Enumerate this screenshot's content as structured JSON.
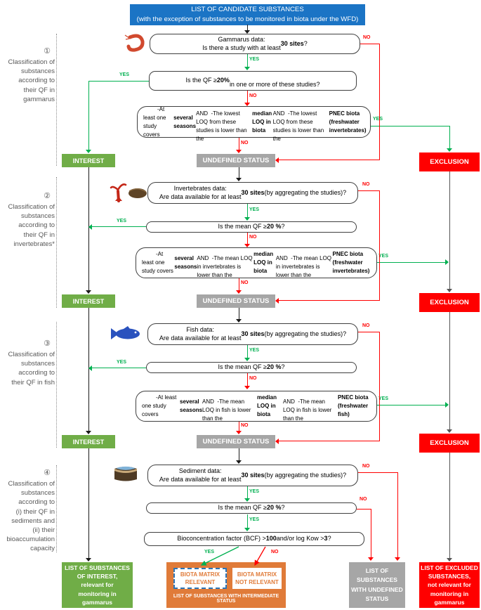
{
  "header": {
    "line1": "LIST OF CANDIDATE SUBSTANCES",
    "line2": "(with the exception of substances to be monitored in biota under the WFD)"
  },
  "labels": {
    "yes": "YES",
    "no": "NO",
    "interest": "INTEREST",
    "undefined_status": "UNDEFINED STATUS",
    "exclusion": "EXCLUSION"
  },
  "sections": [
    {
      "number": "①",
      "label": "Classification of\nsubstances\naccording to\ntheir QF in\ngammarus",
      "icon": "shrimp-icon",
      "box1": "Gammarus data:\nIs there a study with at least **30 sites**?",
      "box2": "Is the QF ≥ **20%**\nin one or more of these studies?",
      "box3": "         -At least one study covers **several seasons**\nAND  -The lowest LOQ from these studies is lower than the **median LOQ in biota**\nAND  -The lowest LOQ from these studies is lower than the **PNEC biota (freshwater invertebrates)**"
    },
    {
      "number": "②",
      "label": "Classification of\nsubstances\naccording to\ntheir QF in\ninvertebrates*",
      "icon": "crayfish-mussel-icon",
      "box1": "Invertebrates data:\nAre data available for at least **30 sites** (by aggregating the studies)?",
      "box2": "Is the mean QF ≥ **20 %**?",
      "box3": "         -At least one study covers **several seasons**\nAND  -The mean LOQ in invertebrates is lower than the **median LOQ in biota**\nAND  -The mean LOQ in invertebrates is lower than the **PNEC biota (freshwater invertebrates)**"
    },
    {
      "number": "③",
      "label": "Classification of\nsubstances\naccording to\ntheir QF in fish",
      "icon": "fish-icon",
      "box1": "Fish data:\nAre data available for at least **30 sites** (by aggregating the studies)?",
      "box2": "Is the mean QF ≥ **20 %**?",
      "box3": "         -At least one study covers **several seasons**\nAND  -The mean LOQ in fish is lower than the **median LOQ in biota**\nAND  -The mean LOQ in fish is lower than the **PNEC biota (freshwater fish)**"
    },
    {
      "number": "④",
      "label": "Classification of\nsubstances\naccording to\n(i) their QF in\nsediments and\n(ii) their\nbioaccumulation\ncapacity",
      "icon": "sediment-icon",
      "box1": "Sediment data:\nAre data available for at least **30 sites** (by aggregating the studies)?",
      "box2": "Is the mean QF ≥ **20 %**?",
      "box3": "Bioconcentration factor (BCF) > **100** and/or log Kow > **3**?"
    }
  ],
  "bottom": {
    "interest_list": "LIST OF SUBSTANCES\nOF INTEREST,\nrelevant for\nmonitoring in\ngammarus",
    "intermediate_title": "LIST OF SUBSTANCES WITH INTERMEDIATE STATUS",
    "biota_relevant": "BIOTA MATRIX\nRELEVANT",
    "biota_not_relevant": "BIOTA MATRIX\nNOT RELEVANT",
    "undefined_list": "LIST OF\nSUBSTANCES\nWITH UNDEFINED\nSTATUS",
    "excluded_list": "LIST OF EXCLUDED\nSUBSTANCES,\nnot relevant for\nmonitoring in\ngammarus"
  },
  "colors": {
    "blue": "#1B74C5",
    "green_box": "#70AD47",
    "arrow_green": "#00B050",
    "red": "#FF0000",
    "gray": "#A6A6A6",
    "orange": "#E07B39",
    "dash_blue": "#2E75B6",
    "text_gray": "#595959"
  }
}
